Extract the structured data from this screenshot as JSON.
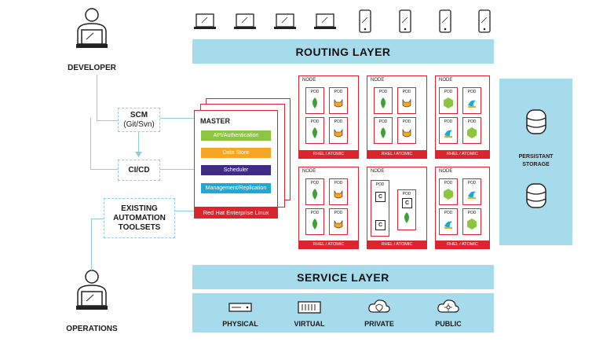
{
  "roles": {
    "developer": "DEVELOPER",
    "operations": "OPERATIONS"
  },
  "pipeline": {
    "scm_line1": "SCM",
    "scm_line2": "(Git/Svn)",
    "cicd": "CI/CD",
    "toolsets_line1": "EXISTING",
    "toolsets_line2": "AUTOMATION",
    "toolsets_line3": "TOOLSETS"
  },
  "layers": {
    "routing": "ROUTING LAYER",
    "service": "SERVICE LAYER"
  },
  "master": {
    "title": "MASTER",
    "components": [
      {
        "label": "API/Authentication",
        "color": "#8cc63f"
      },
      {
        "label": "Data Store",
        "color": "#f5a623"
      },
      {
        "label": "Scheduler",
        "color": "#3f2a86"
      },
      {
        "label": "Management/Replication",
        "color": "#1ca9d6"
      }
    ],
    "footer": "Red Hat Enterprise Linux"
  },
  "node": {
    "title": "NODE",
    "pod_label": "POD",
    "footer": "RHEL / ATOMIC",
    "container_label": "C"
  },
  "storage": {
    "line1": "PERSISTANT",
    "line2": "STORAGE"
  },
  "infrastructure": [
    {
      "label": "PHYSICAL",
      "icon": "server-icon"
    },
    {
      "label": "VIRTUAL",
      "icon": "virtual-server-icon"
    },
    {
      "label": "PRIVATE",
      "icon": "private-cloud-icon"
    },
    {
      "label": "PUBLIC",
      "icon": "public-cloud-icon"
    }
  ],
  "colors": {
    "accent_red": "#d9252e",
    "layer_blue": "#a6dbec",
    "mongo_green": "#3fa037",
    "node_green": "#8cc63f"
  }
}
